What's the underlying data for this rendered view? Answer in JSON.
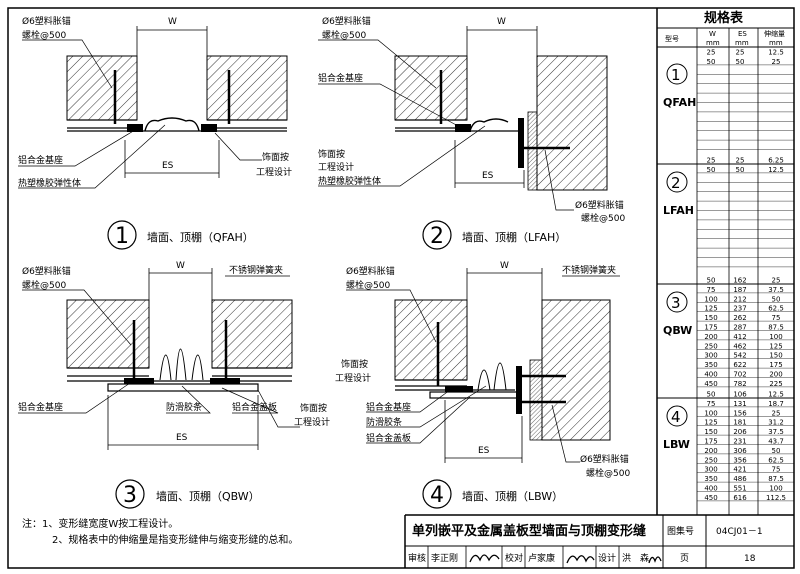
{
  "views": [
    {
      "num": "1",
      "caption": "墙面、顶棚（QFAH）",
      "labels": {
        "anchor": "Ø6塑料胀锚",
        "bolt": "螺栓@500",
        "w": "W",
        "base": "铝合金基座",
        "finish1": "饰面按",
        "finish2": "工程设计",
        "es": "ES",
        "elastomer": "热塑橡胶弹性体"
      }
    },
    {
      "num": "2",
      "caption": "墙面、顶棚（LFAH）",
      "labels": {
        "anchor": "Ø6塑料胀锚",
        "bolt": "螺栓@500",
        "w": "W",
        "base": "铝合金基座",
        "finish1": "饰面按",
        "finish2": "工程设计",
        "es": "ES",
        "elastomer": "热塑橡胶弹性体",
        "anchor2": "Ø6塑料胀锚",
        "bolt2": "螺栓@500"
      }
    },
    {
      "num": "3",
      "caption": "墙面、顶棚（QBW）",
      "labels": {
        "anchor": "Ø6塑料胀锚",
        "bolt": "螺栓@500",
        "w": "W",
        "spring": "不锈钢弹簧夹",
        "base": "铝合金基座",
        "strip": "防滑胶条",
        "plate": "铝合金盖板",
        "finish1": "饰面按",
        "finish2": "工程设计",
        "es": "ES"
      }
    },
    {
      "num": "4",
      "caption": "墙面、顶棚（LBW）",
      "labels": {
        "anchor": "Ø6塑料胀锚",
        "bolt": "螺栓@500",
        "w": "W",
        "spring": "不锈钢弹簧夹",
        "finish1": "饰面按",
        "finish2": "工程设计",
        "base": "铝合金基座",
        "strip": "防滑胶条",
        "plate": "铝合金盖板",
        "es": "ES",
        "anchor2": "Ø6塑料胀锚",
        "bolt2": "螺栓@500"
      }
    }
  ],
  "spec": {
    "title": "规格表",
    "headers": {
      "model": "型号",
      "w": "W",
      "es": "ES",
      "stretch": "伸缩量",
      "unit": "mm"
    },
    "groups": [
      {
        "num": "1",
        "model": "QFAH",
        "rows": [
          [
            "25",
            "25",
            "12.5"
          ],
          [
            "50",
            "50",
            "25"
          ]
        ]
      },
      {
        "num": "2",
        "model": "LFAH",
        "rows": [
          [
            "25",
            "25",
            "6.25"
          ],
          [
            "50",
            "50",
            "12.5"
          ]
        ]
      },
      {
        "num": "3",
        "model": "QBW",
        "rows": [
          [
            "50",
            "162",
            "25"
          ],
          [
            "75",
            "187",
            "37.5"
          ],
          [
            "100",
            "212",
            "50"
          ],
          [
            "125",
            "237",
            "62.5"
          ],
          [
            "150",
            "262",
            "75"
          ],
          [
            "175",
            "287",
            "87.5"
          ],
          [
            "200",
            "412",
            "100"
          ],
          [
            "250",
            "462",
            "125"
          ],
          [
            "300",
            "542",
            "150"
          ],
          [
            "350",
            "622",
            "175"
          ],
          [
            "400",
            "702",
            "200"
          ],
          [
            "450",
            "782",
            "225"
          ]
        ]
      },
      {
        "num": "4",
        "model": "LBW",
        "rows": [
          [
            "50",
            "106",
            "12.5"
          ],
          [
            "75",
            "131",
            "18.7"
          ],
          [
            "100",
            "156",
            "25"
          ],
          [
            "125",
            "181",
            "31.2"
          ],
          [
            "150",
            "206",
            "37.5"
          ],
          [
            "175",
            "231",
            "43.7"
          ],
          [
            "200",
            "306",
            "50"
          ],
          [
            "250",
            "356",
            "62.5"
          ],
          [
            "300",
            "421",
            "75"
          ],
          [
            "350",
            "486",
            "87.5"
          ],
          [
            "400",
            "551",
            "100"
          ],
          [
            "450",
            "616",
            "112.5"
          ]
        ]
      }
    ]
  },
  "notes": {
    "prefix": "注：",
    "n1": "1、变形缝宽度W按工程设计。",
    "n2": "2、规格表中的伸缩量是指变形缝伸与缩变形缝的总和。"
  },
  "titleblock": {
    "title": "单列嵌平及金属盖板型墙面与顶棚变形缝",
    "atlas_label": "图集号",
    "atlas_no": "04CJ01－1",
    "review": "审核",
    "reviewer": "李正刚",
    "check": "校对",
    "checker": "卢家康",
    "design": "设计",
    "designer": "洪　森",
    "page_label": "页",
    "page_no": "18"
  }
}
